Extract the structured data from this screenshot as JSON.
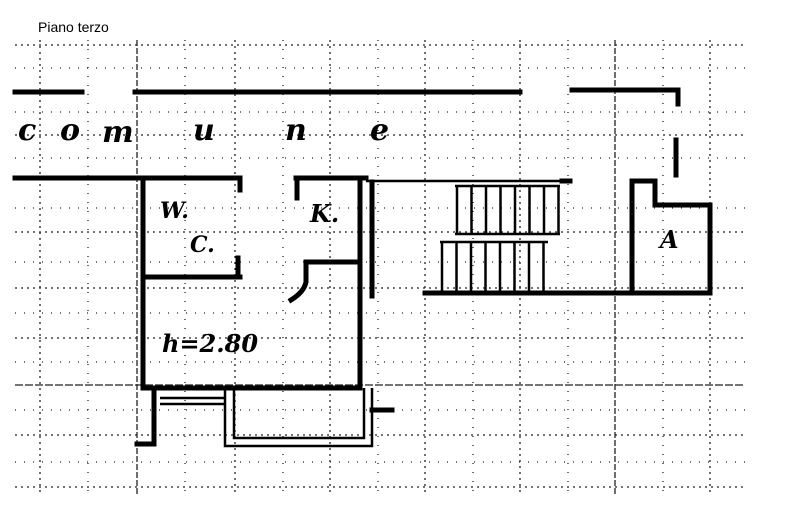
{
  "title": "Piano terzo",
  "plan": {
    "corridor_label": [
      "c",
      "o",
      "m",
      "u",
      "n",
      "e"
    ],
    "wc_label_1": "W.",
    "wc_label_2": "C.",
    "kitchen_label": "K.",
    "height_label": "h=2.80",
    "room_a_label": "A"
  }
}
